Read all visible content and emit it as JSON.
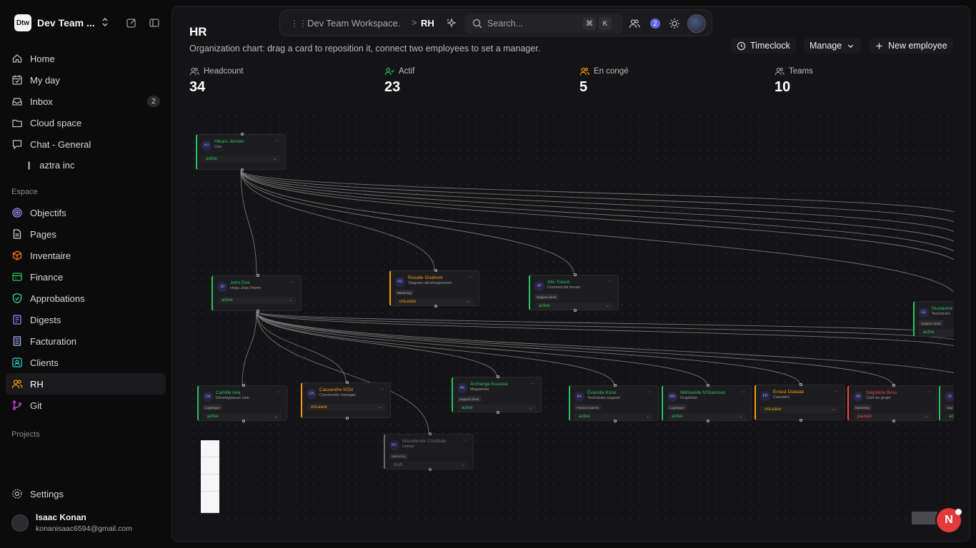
{
  "workspace": {
    "logo_text": "Dtw",
    "name": "Dev Team ..."
  },
  "sidebar": {
    "nav": [
      {
        "label": "Home",
        "icon": "home-icon"
      },
      {
        "label": "My day",
        "icon": "calendar-icon"
      },
      {
        "label": "Inbox",
        "icon": "inbox-icon",
        "badge": "2"
      },
      {
        "label": "Cloud space",
        "icon": "folder-icon"
      },
      {
        "label": "Chat - General",
        "icon": "chat-icon"
      }
    ],
    "chat_sub": "aztra inc",
    "section_espace": "Espace",
    "espace": [
      {
        "label": "Objectifs",
        "icon": "target-icon",
        "color": "#a78bfa"
      },
      {
        "label": "Pages",
        "icon": "pages-icon",
        "color": "#c9c9c9"
      },
      {
        "label": "Inventaire",
        "icon": "box-icon",
        "color": "#f97316"
      },
      {
        "label": "Finance",
        "icon": "finance-icon",
        "color": "#22c55e"
      },
      {
        "label": "Approbations",
        "icon": "shield-check-icon",
        "color": "#34d399"
      },
      {
        "label": "Digests",
        "icon": "digest-icon",
        "color": "#818cf8"
      },
      {
        "label": "Facturation",
        "icon": "invoice-icon",
        "color": "#a5b4fc"
      },
      {
        "label": "Clients",
        "icon": "contact-icon",
        "color": "#2dd4bf"
      },
      {
        "label": "RH",
        "icon": "users-icon",
        "color": "#f59e0b",
        "active": true
      },
      {
        "label": "Git",
        "icon": "git-icon",
        "color": "#d946ef"
      }
    ],
    "section_projects": "Projects",
    "settings": "Settings",
    "user": {
      "name": "Isaac Konan",
      "email": "konanisaac6594@gmail.com"
    }
  },
  "topbar": {
    "crumb_workspace": "Dev Team Workspace.",
    "crumb_separator": ">",
    "crumb_current": "RH",
    "search_placeholder": "Search...",
    "kbd_cmd": "⌘",
    "kbd_key": "K",
    "notif_count": "2"
  },
  "page": {
    "title": "HR",
    "subtitle": "Organization chart: drag a card to reposition it, connect two employees to set a manager.",
    "actions": {
      "timeclock": "Timeclock",
      "manage": "Manage",
      "new_employee": "New employee"
    }
  },
  "stats": [
    {
      "label": "Headcount",
      "value": "34",
      "icon": "users-icon",
      "color": "#9a9a9a"
    },
    {
      "label": "Actif",
      "value": "23",
      "icon": "user-check-icon",
      "color": "#22c55e"
    },
    {
      "label": "En congé",
      "value": "5",
      "icon": "users-leave-icon",
      "color": "#f59e0b"
    },
    {
      "label": "Teams",
      "value": "10",
      "icon": "users-icon",
      "color": "#9a9a9a"
    }
  ],
  "colors": {
    "active": "#22c55e",
    "onLeave": "#f59e0b",
    "paused": "#ef4444",
    "draft": "#7a7a7a",
    "edge": "#8c8c8c"
  },
  "org": [
    {
      "id": "hj",
      "initials": "HJ",
      "name": "Hikaru Jensen",
      "role": "Ceo",
      "tag": "",
      "status": "active"
    },
    {
      "id": "jd",
      "initials": "JD",
      "name": "John Doe",
      "role": "Hogu Jean Pierre",
      "tag": "",
      "status": "active"
    },
    {
      "id": "rg",
      "initials": "RG",
      "name": "Rosalie Gnahoré",
      "role": "Stagiaire développement",
      "tag": "Marketing",
      "status": "onLeave"
    },
    {
      "id": "at",
      "initials": "AT",
      "name": "Alix Traoré",
      "role": "Commercial terrain",
      "tag": "Support client",
      "status": "active"
    },
    {
      "id": "gc",
      "initials": "GC",
      "name": "Gustavine",
      "role": "Technicien",
      "tag": "Support client",
      "status": "active"
    },
    {
      "id": "ca",
      "initials": "CA",
      "name": "Camille Aka",
      "role": "Développeuse web",
      "tag": "Logistique",
      "status": "active"
    },
    {
      "id": "cn",
      "initials": "CN",
      "name": "Cassandre N'Dri",
      "role": "Community manager",
      "tag": "",
      "status": "onLeave"
    },
    {
      "id": "ak",
      "initials": "AK",
      "name": "Archange Kouassi",
      "role": "Magasinier",
      "tag": "Support client",
      "status": "active"
    },
    {
      "id": "ek",
      "initials": "EK",
      "name": "Évariste Koné",
      "role": "Technicien support",
      "tag": "Finance interne",
      "status": "active"
    },
    {
      "id": "mn",
      "initials": "MN",
      "name": "Mélisande N'Guessan",
      "role": "Graphiste",
      "tag": "Logistique",
      "status": "active"
    },
    {
      "id": "ed",
      "initials": "ED",
      "name": "Ernest Diabaté",
      "role": "Caissière",
      "tag": "",
      "status": "onLeave"
    },
    {
      "id": "sb",
      "initials": "SB",
      "name": "Ségolène Brou",
      "role": "Chef de projet",
      "tag": "Marketing",
      "status": "paused"
    },
    {
      "id": "mc",
      "initials": "MC",
      "name": "Maxellende Coulibaly",
      "role": "Livreur",
      "tag": "Marketing",
      "status": "draft"
    },
    {
      "id": "xx",
      "initials": "JS",
      "name": "",
      "role": "",
      "tag": "Sup",
      "status": "active"
    }
  ],
  "fab_label": "N"
}
